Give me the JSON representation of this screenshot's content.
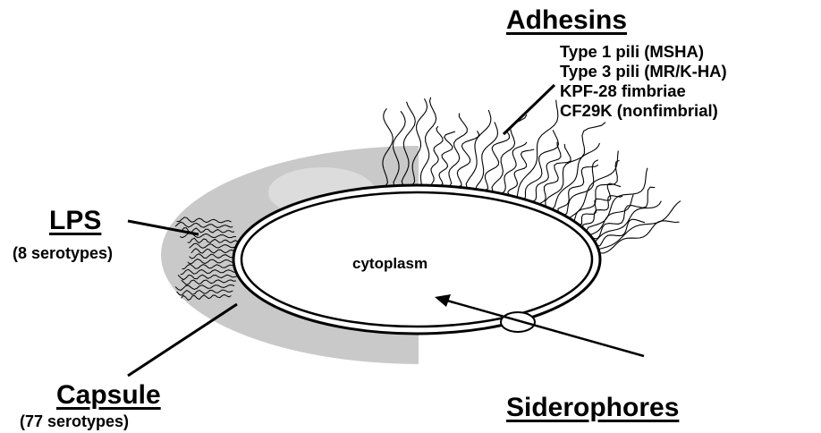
{
  "cell_label": "cytoplasm",
  "adhesins": {
    "title": "Adhesins",
    "items": [
      "Type 1 pili (MSHA)",
      "Type 3 pili (MR/K-HA)",
      "KPF-28 fimbriae",
      "CF29K (nonfimbrial)"
    ]
  },
  "lps": {
    "title": "LPS",
    "subtitle": "(8 serotypes)"
  },
  "capsule": {
    "title": "Capsule",
    "subtitle": "(77 serotypes)"
  },
  "siderophores": {
    "title": "Siderophores"
  },
  "colors": {
    "capsule_fill": "#c9c9c9",
    "capsule_light": "#dcdcdc",
    "ink": "#000000",
    "background": "#ffffff"
  }
}
